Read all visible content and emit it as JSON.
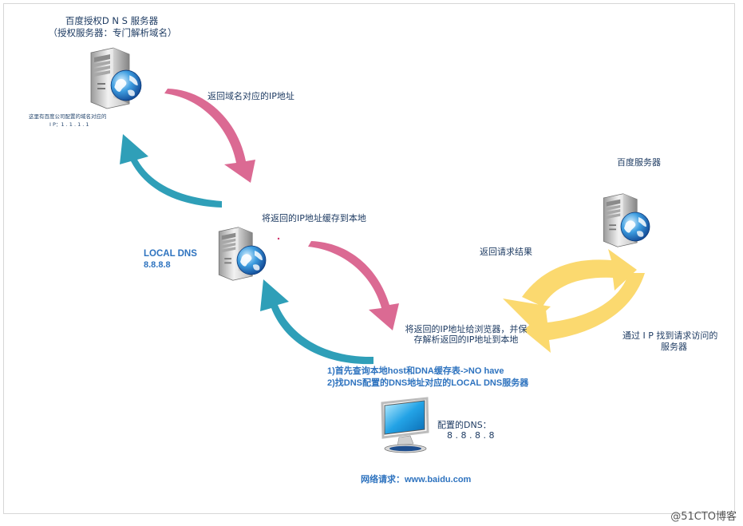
{
  "auth_server": {
    "title": "百度授权D N S 服务器",
    "subtitle": "（授权服务器：专门解析域名）",
    "note_line1": "这里有百度公司配置的域名对应的",
    "note_line2": "I P：1 . 1 . 1 . 1"
  },
  "labels": {
    "return_ip": "返回域名对应的IP地址",
    "cache_ip": "将返回的IP地址缓存到本地",
    "local_dns_line1": "LOCAL DNS",
    "local_dns_line2": "8.8.8.8",
    "baidu_server": "百度服务器",
    "return_result": "返回请求结果",
    "give_browser_line1": "将返回的IP地址给浏览器，并保",
    "give_browser_line2": "存解析返回的IP地址到本地",
    "find_by_ip_line1": "通过 I P 找到请求访问的",
    "find_by_ip_line2": "服务器",
    "step1": "1)首先查询本地host和DNA缓存表->NO have",
    "step2": "2)找DNS配置的DNS地址对应的LOCAL DNS服务器",
    "config_dns_line1": "配置的DNS：",
    "config_dns_line2": "8 . 8 . 8 . 8",
    "request": "网络请求：www.baidu.com"
  },
  "watermark": "@51CTO博客",
  "colors": {
    "pink_arrow": "#db6a93",
    "teal_arrow": "#2f9fb8",
    "yellow_arrow": "#fbd96f",
    "text": "#1f3c63",
    "bold_blue": "#2e73bf"
  },
  "icons": [
    "server-icon",
    "globe-icon",
    "monitor-icon"
  ]
}
